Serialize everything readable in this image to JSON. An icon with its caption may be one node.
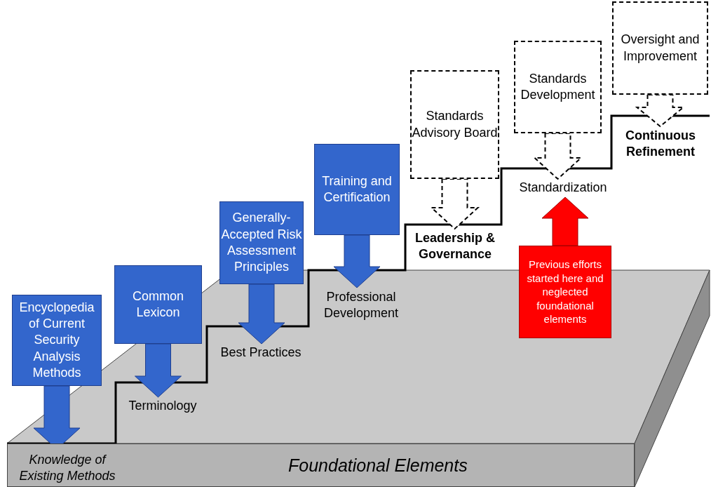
{
  "diagram": {
    "nodes": [
      {
        "text": [
          "Foundational Elements"
        ]
      },
      {
        "text": [
          "Encyclopedia of Current Security Analysis Methods"
        ]
      },
      {
        "text": [
          "Knowledge of Existing Methods"
        ],
        "in": 0
      },
      {
        "text": [
          "Common Lexicon"
        ]
      },
      {
        "text": [
          "Terminology"
        ]
      },
      {
        "text": [
          "Generally-Accepted Risk Assessment Principles"
        ]
      },
      {
        "text": [
          "Best Practices"
        ]
      },
      {
        "text": [
          "Training and Certification"
        ]
      },
      {
        "text": [
          "Professional Development"
        ]
      },
      {
        "text": [
          "Standards Advisory Board"
        ]
      },
      {
        "text": [
          "Leadership & Governance"
        ]
      },
      {
        "text": [
          "Standards Development"
        ]
      },
      {
        "text": [
          "Standardization"
        ]
      },
      {
        "text": [
          "Previous efforts started here and neglected foundational elements"
        ]
      },
      {
        "text": [
          "Oversight and Improvement"
        ]
      },
      {
        "text": [
          "Continuous Refinement"
        ]
      }
    ],
    "edges": [
      {
        "from": 1,
        "to": 2,
        "arrow": "to"
      },
      {
        "from": 3,
        "to": 4,
        "arrow": "to"
      },
      {
        "from": 5,
        "to": 6,
        "arrow": "to"
      },
      {
        "from": 7,
        "to": 8,
        "arrow": "to"
      },
      {
        "from": 9,
        "to": 10,
        "arrow": "to",
        "style": "dashed"
      },
      {
        "from": 11,
        "to": 12,
        "arrow": "to",
        "style": "dashed"
      },
      {
        "from": 13,
        "to": 12,
        "arrow": "to",
        "color": "#ff0000"
      },
      {
        "from": 14,
        "to": 15,
        "arrow": "to",
        "style": "dashed"
      }
    ]
  }
}
